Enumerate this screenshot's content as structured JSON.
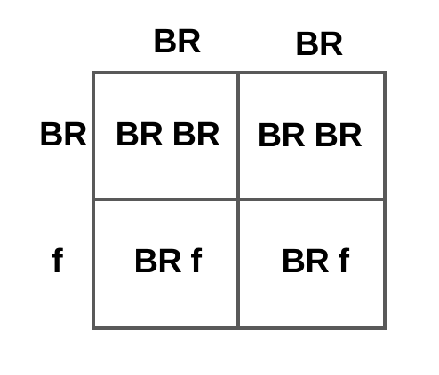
{
  "column_headers": [
    "BR",
    "BR"
  ],
  "row_headers": [
    "BR",
    "f"
  ],
  "cells": [
    [
      "BR BR",
      "BR BR"
    ],
    [
      "BR f",
      "BR f"
    ]
  ],
  "colors": {
    "grid_line": "#595959",
    "text": "#000000",
    "background": "#ffffff"
  }
}
